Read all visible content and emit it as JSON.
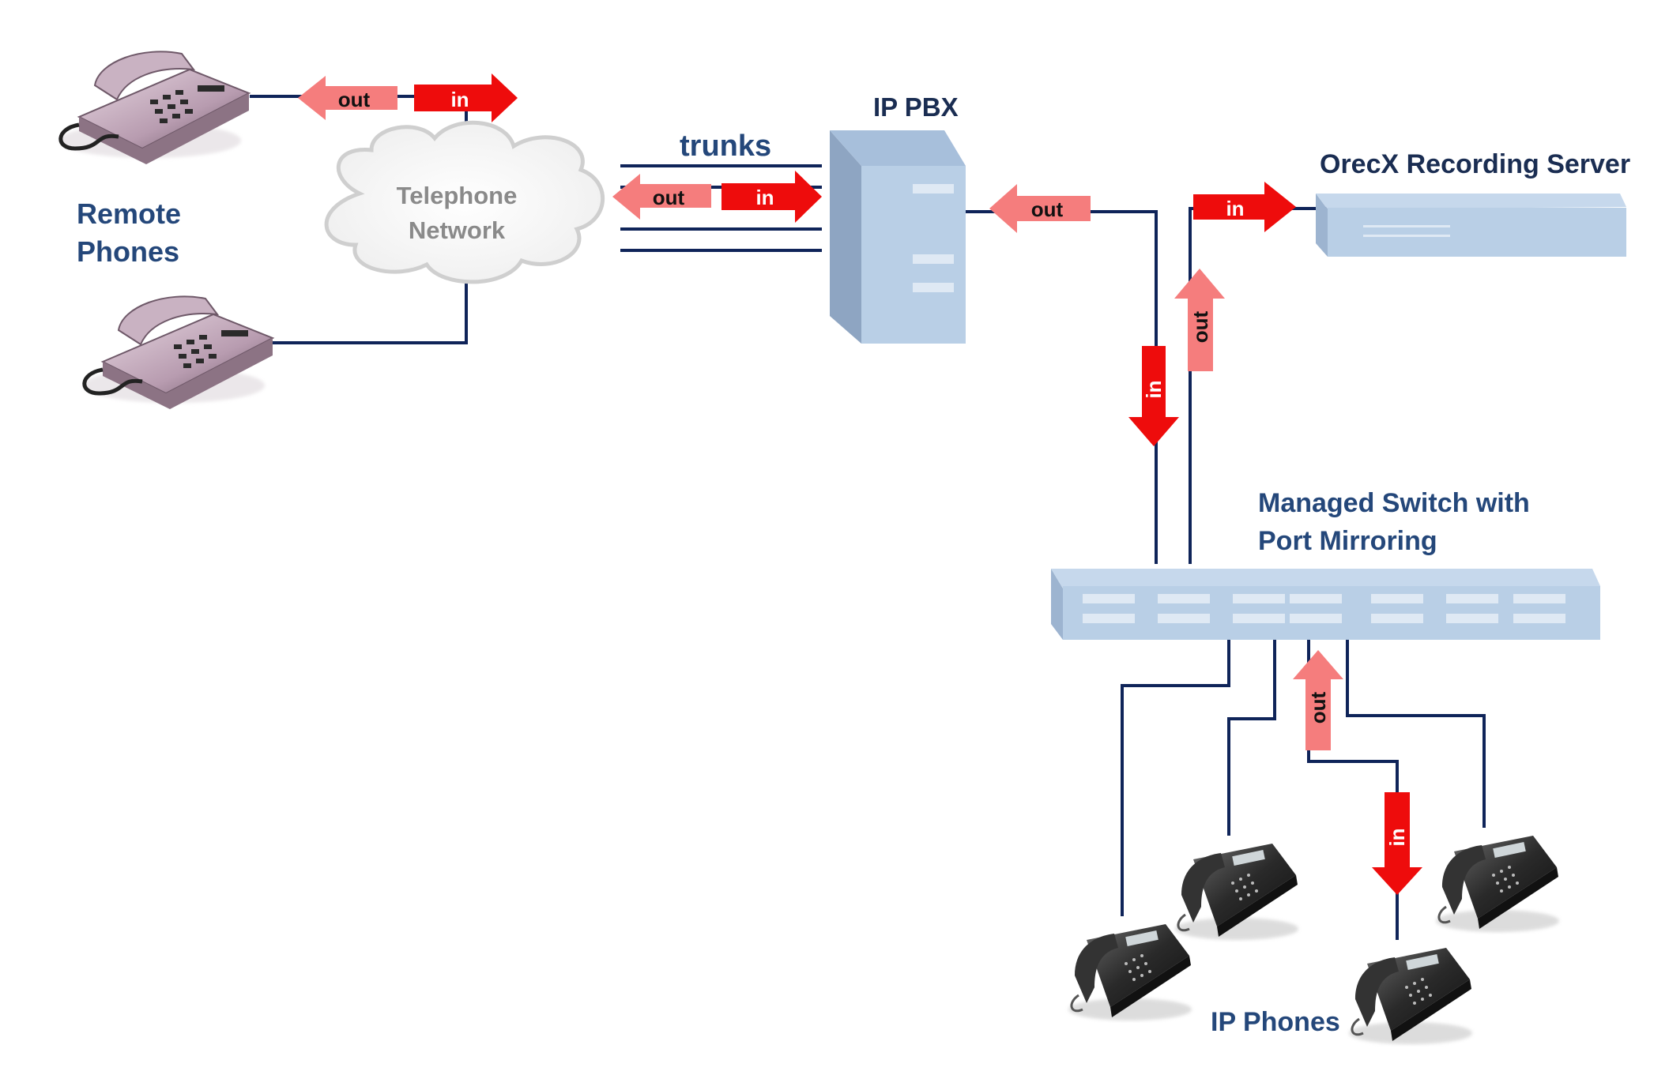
{
  "labels": {
    "remote_phones_line1": "Remote",
    "remote_phones_line2": "Phones",
    "telephone_network_line1": "Telephone",
    "telephone_network_line2": "Network",
    "trunks": "trunks",
    "ip_pbx": "IP PBX",
    "recording_server": "OrecX Recording Server",
    "switch_line1": "Managed Switch with",
    "switch_line2": "Port Mirroring",
    "ip_phones": "IP Phones"
  },
  "arrows": {
    "out": "out",
    "in": "in"
  },
  "colors": {
    "line": "#0f2459",
    "label": "#24477a",
    "in_arrow": "#ee0c0c",
    "out_arrow": "#f57d7d",
    "device_blue": "#b9cfe6",
    "cloud_text": "#8a8a8a"
  },
  "icons": {
    "remote_phone": "desk-phone-icon",
    "ip_phone": "ip-phone-icon",
    "cloud": "cloud-icon",
    "server": "server-tower-icon",
    "rack_server": "rack-server-icon",
    "switch": "network-switch-icon"
  }
}
